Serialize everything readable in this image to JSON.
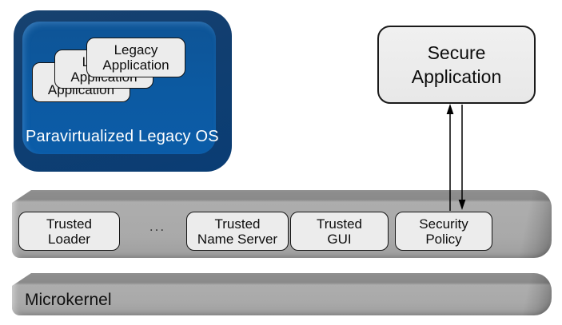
{
  "colors": {
    "os_face": "#0c5aa0",
    "os_rim": "#123e6e",
    "layer_face": "#a9a9a9",
    "layer_top_edge": "#8c8c8c",
    "box_fill": "#ececec",
    "box_border": "#141414",
    "os_text": "#ffffff",
    "arrow": "#000000"
  },
  "legacy_os": {
    "label": "Paravirtualized Legacy OS",
    "applications": [
      {
        "line1": "Legacy",
        "line2": "Application"
      },
      {
        "line1": "Legacy",
        "line2": "Application"
      },
      {
        "line1": "Legacy",
        "line2": "Application"
      }
    ]
  },
  "secure_application": {
    "line1": "Secure",
    "line2": "Application"
  },
  "trusted_layer": {
    "ellipsis": "...",
    "services": [
      {
        "line1": "Trusted",
        "line2": "Loader"
      },
      {
        "line1": "Trusted",
        "line2": "Name Server"
      },
      {
        "line1": "Trusted",
        "line2": "GUI"
      },
      {
        "line1": "Security",
        "line2": "Policy"
      }
    ]
  },
  "microkernel": {
    "label": "Microkernel"
  }
}
